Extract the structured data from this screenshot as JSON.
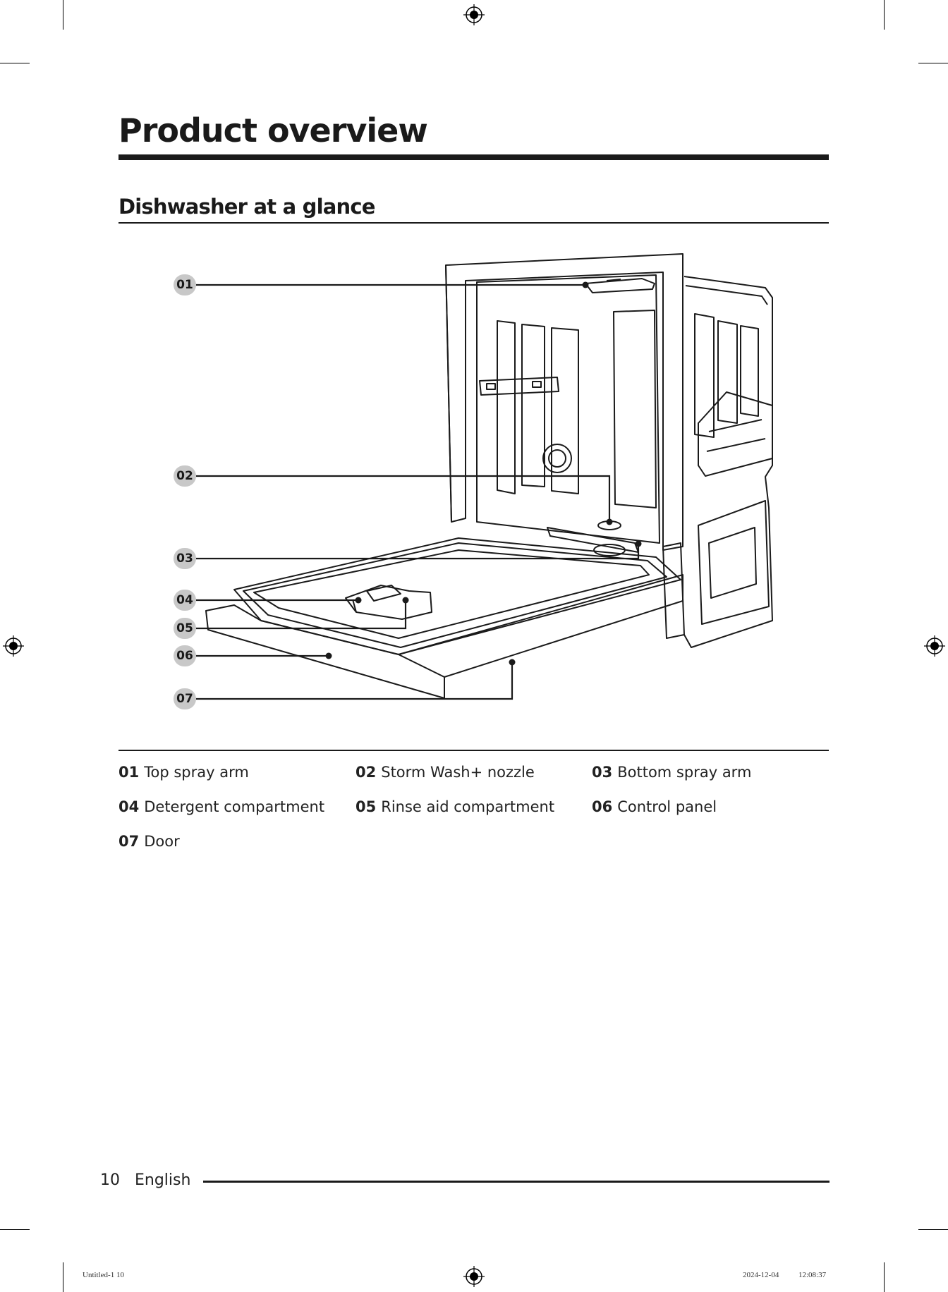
{
  "page": {
    "title": "Product overview",
    "subtitle": "Dishwasher at a glance",
    "page_number": "10",
    "language": "English"
  },
  "callouts": [
    "01",
    "02",
    "03",
    "04",
    "05",
    "06",
    "07"
  ],
  "legend": [
    {
      "num": "01",
      "label": "Top spray arm"
    },
    {
      "num": "02",
      "label": "Storm Wash+ nozzle"
    },
    {
      "num": "03",
      "label": "Bottom spray arm"
    },
    {
      "num": "04",
      "label": "Detergent compartment"
    },
    {
      "num": "05",
      "label": "Rinse aid compartment"
    },
    {
      "num": "06",
      "label": "Control panel"
    },
    {
      "num": "07",
      "label": "Door"
    }
  ],
  "slug": {
    "file": "Untitled-1   10",
    "date": "2024-12-04",
    "time": "12:08:37"
  }
}
